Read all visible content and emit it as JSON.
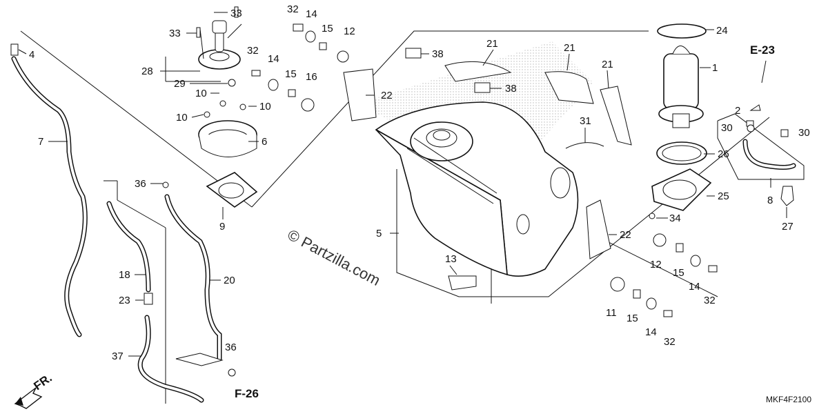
{
  "diagram": {
    "watermark": "© Partzilla.com",
    "catalog_code": "MKF4F2100",
    "refs": {
      "e23": "E-23",
      "f26": "F-26",
      "front": "FR."
    },
    "callouts": {
      "c1": "1",
      "c2": "2",
      "c4": "4",
      "c5": "5",
      "c6": "6",
      "c7": "7",
      "c8": "8",
      "c9": "9",
      "c10a": "10",
      "c10b": "10",
      "c10c": "10",
      "c11": "11",
      "c12a": "12",
      "c12b": "12",
      "c13": "13",
      "c14a": "14",
      "c14b": "14",
      "c14c": "14",
      "c14d": "14",
      "c15a": "15",
      "c15b": "15",
      "c15c": "15",
      "c15d": "15",
      "c16": "16",
      "c18": "18",
      "c20": "20",
      "c21a": "21",
      "c21b": "21",
      "c21c": "21",
      "c22a": "22",
      "c22b": "22",
      "c23": "23",
      "c24": "24",
      "c25": "25",
      "c26": "26",
      "c27": "27",
      "c28": "28",
      "c29": "29",
      "c30a": "30",
      "c30b": "30",
      "c31": "31",
      "c32a": "32",
      "c32b": "32",
      "c32c": "32",
      "c32d": "32",
      "c33a": "33",
      "c33b": "33",
      "c34": "34",
      "c36a": "36",
      "c36b": "36",
      "c37": "37",
      "c38a": "38",
      "c38b": "38"
    }
  }
}
